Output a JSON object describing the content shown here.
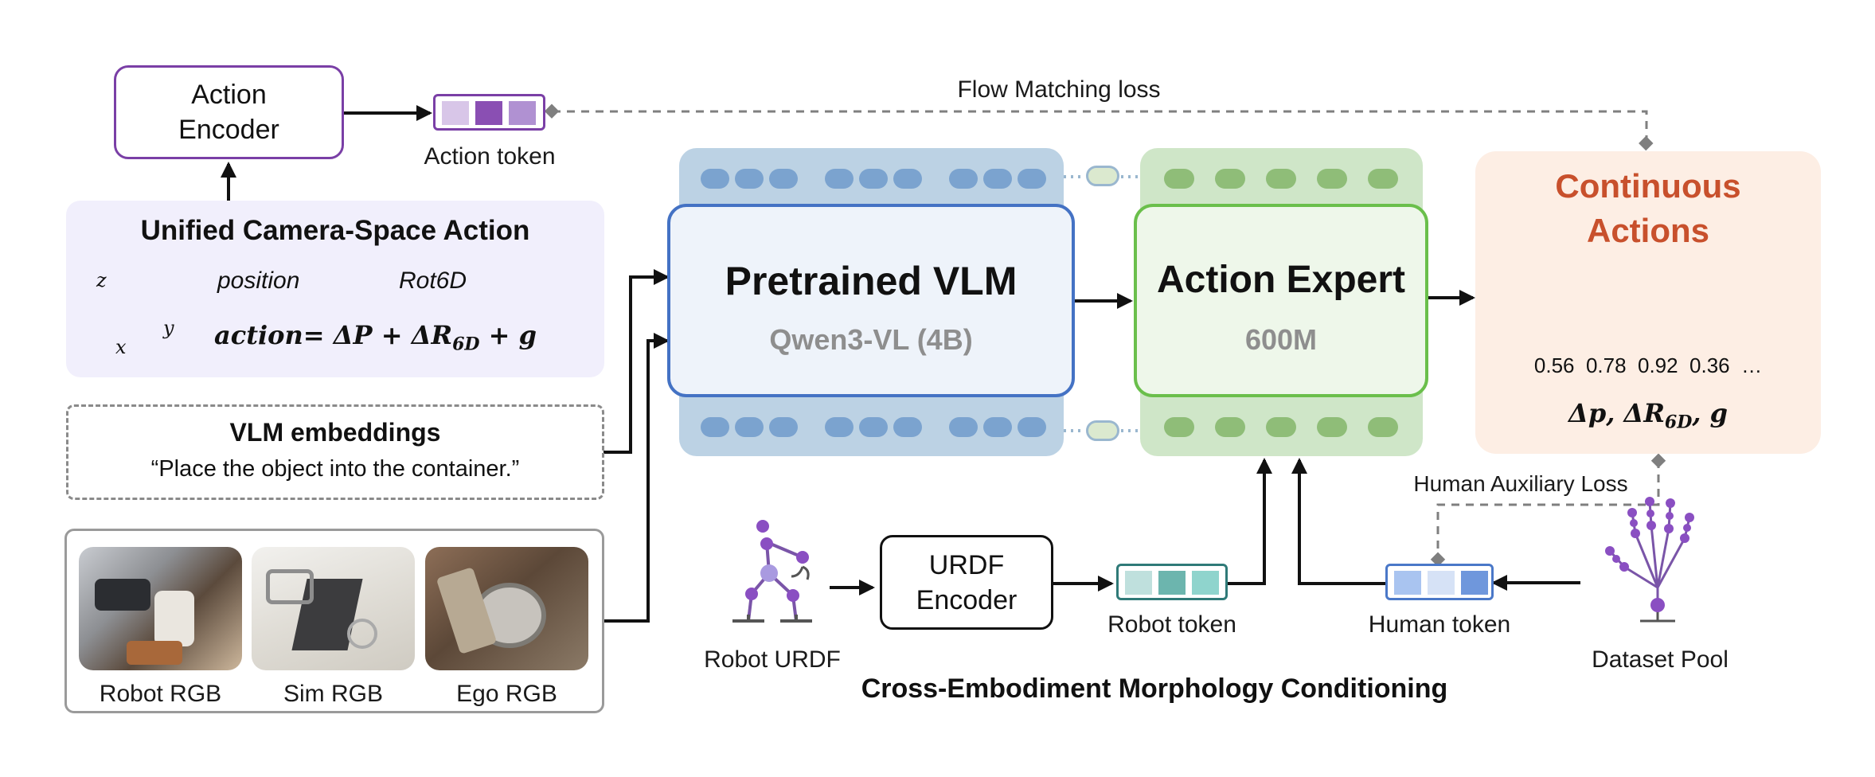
{
  "action_encoder": {
    "line1": "Action",
    "line2": "Encoder"
  },
  "action_token": {
    "label": "Action token"
  },
  "flow_loss": {
    "label": "Flow Matching loss"
  },
  "unified": {
    "title": "Unified Camera-Space Action",
    "axis_z": "z",
    "axis_y": "y",
    "axis_x": "x",
    "position": "position",
    "rot6d": "Rot6D",
    "eq_lhs": "action",
    "eq_rhs_1": "= ΔP + ΔR",
    "eq_sub": "6D",
    "eq_rhs_2": " + g"
  },
  "vlm_embeddings": {
    "title": "VLM embeddings",
    "prompt": "“Place the object into the container.”"
  },
  "images": {
    "robot": "Robot RGB",
    "sim": "Sim RGB",
    "ego": "Ego RGB"
  },
  "vlm": {
    "title": "Pretrained VLM",
    "subtitle": "Qwen3-VL (4B)"
  },
  "expert": {
    "title": "Action Expert",
    "subtitle": "600M"
  },
  "continuous": {
    "line1": "Continuous",
    "line2": "Actions",
    "values": "0.56  0.78  0.92  0.36  …",
    "out_1": "Δp, ΔR",
    "out_sub": "6D",
    "out_2": ", g"
  },
  "human_aux": {
    "label": "Human Auxiliary Loss"
  },
  "cross": {
    "title": "Cross-Embodiment Morphology Conditioning",
    "robot_urdf": "Robot URDF",
    "urdf_encoder_1": "URDF",
    "urdf_encoder_2": "Encoder",
    "robot_token": "Robot token",
    "human_token": "Human token",
    "dataset_pool": "Dataset Pool"
  },
  "colors": {
    "purple": "#7a3fa6",
    "vlm_blue": "#4472c4",
    "vlm_bg": "#b9d0e3",
    "expert_green": "#6abf4b",
    "expert_bg": "#cde6c6",
    "orange_title": "#c8502c",
    "teal": "#2f7a78",
    "human_blue": "#4a78c8"
  }
}
